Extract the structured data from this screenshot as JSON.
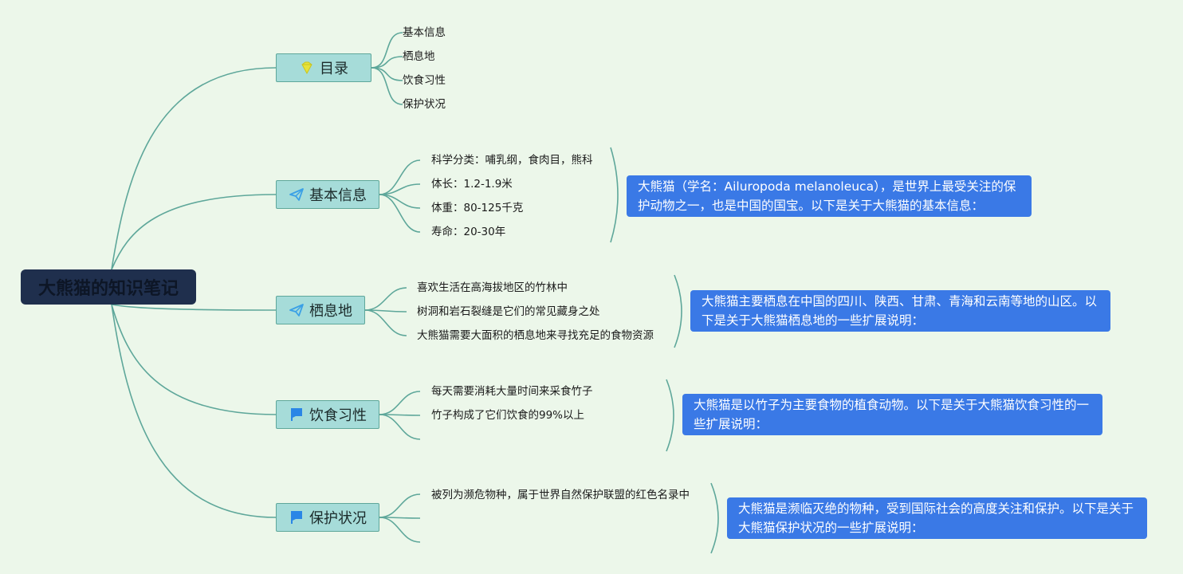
{
  "root": {
    "title": "大熊猫的知识笔记"
  },
  "branches": [
    {
      "id": "toc",
      "label": "目录",
      "icon": "gem-icon",
      "leaves": [
        "基本信息",
        "栖息地",
        "饮食习性",
        "保护状况"
      ]
    },
    {
      "id": "basic",
      "label": "基本信息",
      "icon": "paper-plane-icon",
      "leaves": [
        "科学分类：哺乳纲，食肉目，熊科",
        "体长：1.2-1.9米",
        "体重：80-125千克",
        "寿命：20-30年"
      ],
      "note": "大熊猫（学名：Ailuropoda melanoleuca），是世界上最受关注的保护动物之一，也是中国的国宝。以下是关于大熊猫的基本信息："
    },
    {
      "id": "habitat",
      "label": "栖息地",
      "icon": "paper-plane-icon",
      "leaves": [
        "喜欢生活在高海拔地区的竹林中",
        "树洞和岩石裂缝是它们的常见藏身之处",
        "大熊猫需要大面积的栖息地来寻找充足的食物资源"
      ],
      "note": "大熊猫主要栖息在中国的四川、陕西、甘肃、青海和云南等地的山区。以下是关于大熊猫栖息地的一些扩展说明："
    },
    {
      "id": "diet",
      "label": "饮食习性",
      "icon": "flag-icon",
      "leaves": [
        "每天需要消耗大量时间来采食竹子",
        "竹子构成了它们饮食的99%以上",
        ""
      ],
      "note": "大熊猫是以竹子为主要食物的植食动物。以下是关于大熊猫饮食习性的一些扩展说明："
    },
    {
      "id": "protect",
      "label": "保护状况",
      "icon": "flag-icon",
      "leaves": [
        "被列为濒危物种，属于世界自然保护联盟的红色名录中",
        "",
        ""
      ],
      "note": "大熊猫是濒临灭绝的物种，受到国际社会的高度关注和保护。以下是关于大熊猫保护状况的一些扩展说明："
    }
  ],
  "colors": {
    "background": "#ecf7ea",
    "line": "#5ea79a",
    "root": "#1f2f4d",
    "branch": "#a6dcd9",
    "note": "#3a79e6",
    "gem": "#e7e23a",
    "plane": "#3aa0e6",
    "flag": "#2a86e6"
  }
}
